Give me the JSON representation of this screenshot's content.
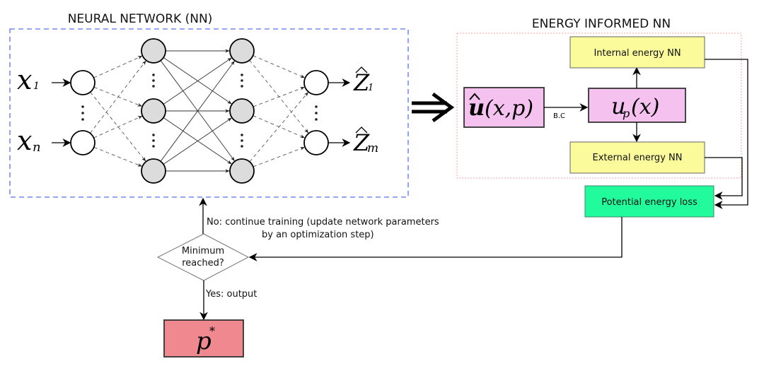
{
  "titles": {
    "nn": "NEURAL NETWORK (NN)",
    "energy": "ENERGY INFORMED NN"
  },
  "inputs": [
    {
      "base": "x",
      "sub": "1"
    },
    {
      "base": "x",
      "sub": "n"
    }
  ],
  "outputs": [
    {
      "base": "Z",
      "sub": "1"
    },
    {
      "base": "Z",
      "sub": "m"
    }
  ],
  "boxes": {
    "u_hat": {
      "base": "u",
      "args": "(x,p)"
    },
    "u_p": {
      "base": "u",
      "sub": "p",
      "args": "(x)"
    },
    "internal": "Internal energy NN",
    "external": "External energy NN",
    "loss": "Potential energy loss",
    "output": {
      "base": "p",
      "sup": "*"
    }
  },
  "edges": {
    "bc": "B.C",
    "no_line1": "No: continue training (update network parameters",
    "no_line2": "by an optimization step)",
    "yes": "Yes: output"
  },
  "decision": {
    "line1": "Minimum",
    "line2": "reached?"
  },
  "colors": {
    "nn_border": "#5a6ef0",
    "energy_border": "#f4a0a0",
    "pink_box": "#f5c2f0",
    "yellow_box": "#fbfb9c",
    "green_box": "#22fb9c",
    "red_box": "#f08890",
    "hidden_node": "#dcdcdc"
  }
}
